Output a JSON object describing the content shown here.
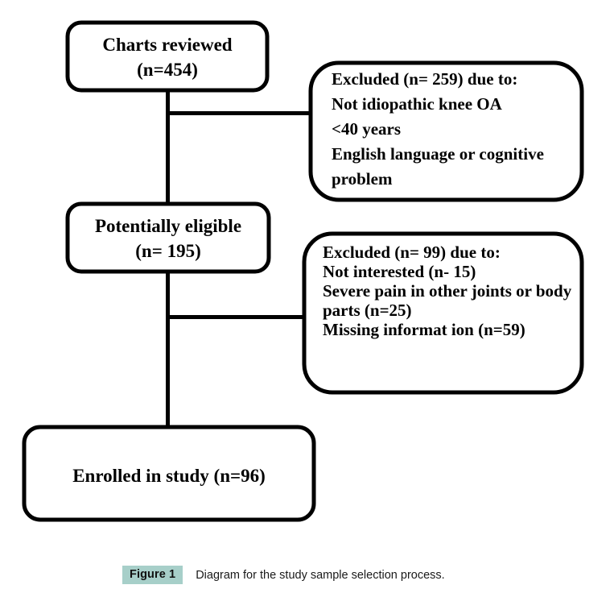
{
  "figure": {
    "badge_label": "Figure 1",
    "caption": "Diagram for the study sample selection process.",
    "badge_color": "#a7cfc9"
  },
  "chart_data": {
    "type": "diagram",
    "title": "Diagram for the study sample selection process.",
    "diagram_kind": "flowchart",
    "orientation": "top-to-bottom",
    "nodes": [
      {
        "id": "charts-reviewed",
        "role": "population",
        "lines": [
          "Charts reviewed",
          "(n=454)"
        ],
        "count": 454
      },
      {
        "id": "excluded-1",
        "role": "exclusion",
        "lines": [
          "Excluded (n= 259) due to:",
          "Not idiopathic knee OA",
          "<40 years",
          "English language or cognitive",
          "problem"
        ],
        "count": 259
      },
      {
        "id": "potentially-eligible",
        "role": "population",
        "lines": [
          "Potentially eligible",
          "(n= 195)"
        ],
        "count": 195
      },
      {
        "id": "excluded-2",
        "role": "exclusion",
        "lines": [
          "Excluded (n= 99) due to:",
          "Not interested (n- 15)",
          "Severe pain in other joints or body",
          "parts (n=25)",
          "Missing informat ion (n=59)"
        ],
        "count": 99
      },
      {
        "id": "enrolled",
        "role": "population",
        "lines": [
          "Enrolled in study (n=96)"
        ],
        "count": 96
      }
    ],
    "edges": [
      {
        "from": "charts-reviewed",
        "to": "excluded-1",
        "kind": "branch-right"
      },
      {
        "from": "charts-reviewed",
        "to": "potentially-eligible",
        "kind": "vertical"
      },
      {
        "from": "potentially-eligible",
        "to": "excluded-2",
        "kind": "branch-right"
      },
      {
        "from": "potentially-eligible",
        "to": "enrolled",
        "kind": "vertical"
      }
    ]
  },
  "nodes": {
    "charts_reviewed": {
      "line1": "Charts reviewed",
      "line2": "(n=454)"
    },
    "excluded_1": {
      "line1": "Excluded (n= 259) due to:",
      "line2": "Not idiopathic knee OA",
      "line3": "<40 years",
      "line4": "English language or cognitive",
      "line5": "problem"
    },
    "potentially_eligible": {
      "line1": "Potentially eligible",
      "line2": "(n= 195)"
    },
    "excluded_2": {
      "line1": "Excluded (n= 99) due to:",
      "line2": "Not interested (n- 15)",
      "line3": "Severe pain in other joints or body",
      "line4": "parts (n=25)",
      "line5": "Missing informat ion (n=59)"
    },
    "enrolled": {
      "line1": "Enrolled in study (n=96)"
    }
  }
}
